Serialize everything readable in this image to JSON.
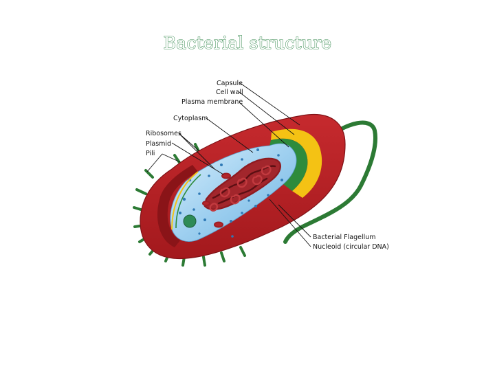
{
  "title": "Bacterial structure",
  "labels": {
    "capsule": "Capsule",
    "cell_wall": "Cell wall",
    "plasma_membrane": "Plasma membrane",
    "cytoplasm": "Cytoplasm",
    "ribosomes": "Ribosomes",
    "plasmid": "Plasmid",
    "pili": "Pili",
    "flagellum": "Bacterial Flagellum",
    "nucleoid": "Nucleoid (circular DNA)"
  },
  "colors": {
    "capsule": "#b11f24",
    "cell_wall": "#f4c214",
    "plasma_membrane": "#2e8b3c",
    "cytoplasm": "#8fc7ea",
    "nucleoid": "#8e1b21",
    "flagellum": "#2c7a34",
    "pili": "#2c7a34",
    "title": "#3f8f56"
  }
}
